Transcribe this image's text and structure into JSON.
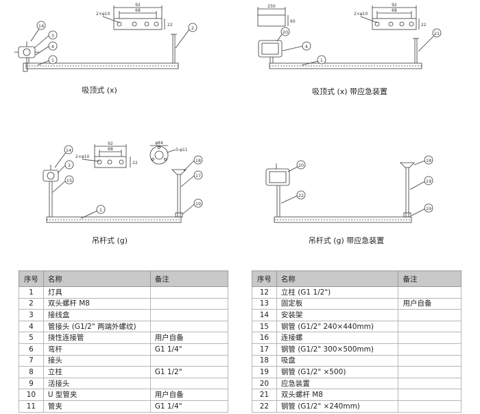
{
  "diagrams": {
    "d1": {
      "caption": "吸顶式 (x)",
      "dims": {
        "outer": "92",
        "inner": "68",
        "holes": "2×φ10",
        "height": "22"
      },
      "balloons": [
        "14",
        "3",
        "4",
        "1",
        "2"
      ]
    },
    "d2": {
      "caption": "吸顶式 (x) 带应急装置",
      "dims": {
        "box_w": "250",
        "box_h": "60",
        "outer": "92",
        "inner": "68",
        "holes": "2×φ10",
        "height": "22"
      },
      "balloons": [
        "20",
        "4",
        "1",
        "21"
      ]
    },
    "d3": {
      "caption": "吊杆式 (g)",
      "dims": {
        "outer": "92",
        "inner": "68",
        "holes": "2×φ10",
        "height": "22",
        "dia": "φ84",
        "dia_holes": "3-φ11"
      },
      "balloons": [
        "14",
        "3",
        "15",
        "1",
        "18",
        "17",
        "19"
      ]
    },
    "d4": {
      "caption": "吊杆式 (g) 带应急装置",
      "balloons": [
        "20",
        "22",
        "18",
        "19",
        "19"
      ]
    }
  },
  "table": {
    "headers": {
      "no": "序号",
      "name": "名称",
      "note": "备注"
    },
    "left_rows": [
      {
        "no": "1",
        "name": "灯具",
        "note": ""
      },
      {
        "no": "2",
        "name": "双头螺杆 M8",
        "note": ""
      },
      {
        "no": "3",
        "name": "接线盒",
        "note": ""
      },
      {
        "no": "4",
        "name": "管接头 (G1/2\" 两端外螺纹)",
        "note": ""
      },
      {
        "no": "5",
        "name": "挠性连接管",
        "note": "用户自备"
      },
      {
        "no": "6",
        "name": "弯杆",
        "note": "G1 1/4\""
      },
      {
        "no": "7",
        "name": "接头",
        "note": ""
      },
      {
        "no": "8",
        "name": "立柱",
        "note": "G1 1/2\""
      },
      {
        "no": "9",
        "name": "活接头",
        "note": ""
      },
      {
        "no": "10",
        "name": "U 型管夹",
        "note": "用户自备"
      },
      {
        "no": "11",
        "name": "管夹",
        "note": "G1 1/4\""
      }
    ],
    "right_rows": [
      {
        "no": "12",
        "name": "立柱 (G1 1/2\")",
        "note": ""
      },
      {
        "no": "13",
        "name": "固定板",
        "note": "用户自备"
      },
      {
        "no": "14",
        "name": "安装架",
        "note": ""
      },
      {
        "no": "15",
        "name": "钢管 (G1/2\" 240×440mm)",
        "note": ""
      },
      {
        "no": "16",
        "name": "连接螺",
        "note": ""
      },
      {
        "no": "17",
        "name": "钢管 (G1/2\" 300×500mm)",
        "note": ""
      },
      {
        "no": "18",
        "name": "吸盘",
        "note": ""
      },
      {
        "no": "19",
        "name": "钢管 (G1/2\" ×500)",
        "note": ""
      },
      {
        "no": "20",
        "name": "应急装置",
        "note": ""
      },
      {
        "no": "21",
        "name": "双头螺杆 M8",
        "note": ""
      },
      {
        "no": "22",
        "name": "钢管 (G1/2\" ×240mm)",
        "note": ""
      }
    ]
  }
}
